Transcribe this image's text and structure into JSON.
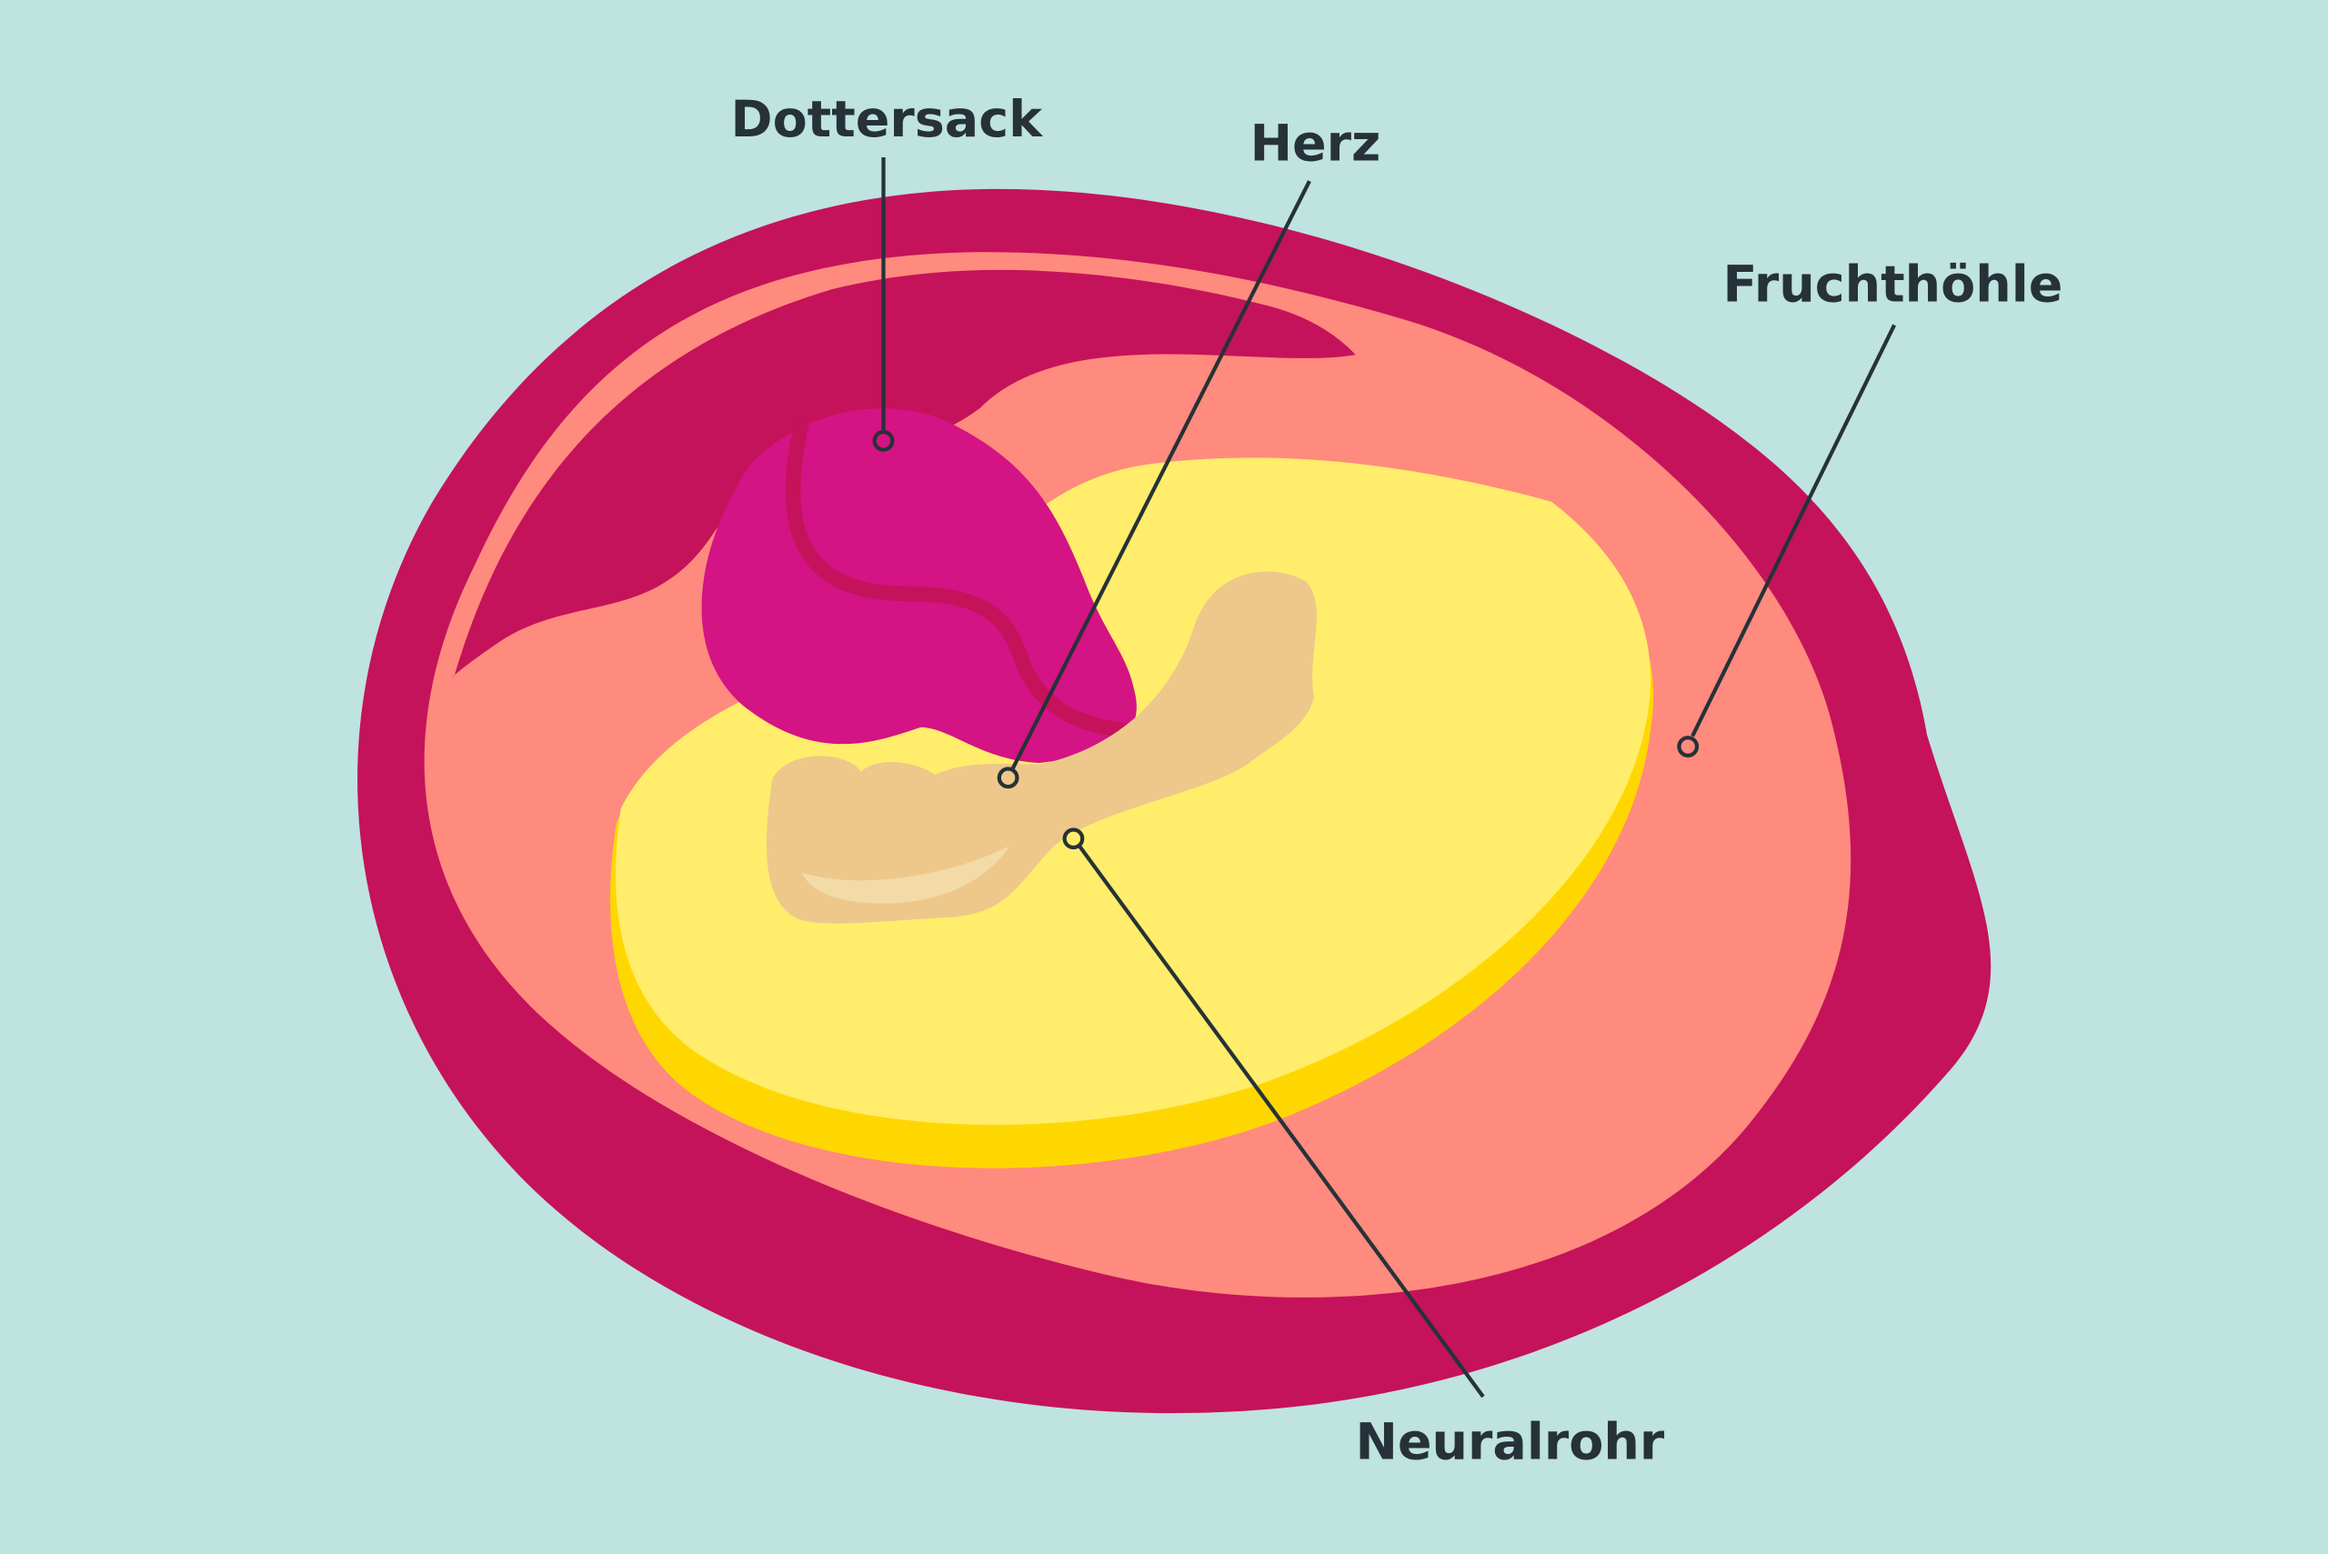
{
  "title": "Embryo in der Fruchthöhle",
  "labels": {
    "yolk_sac": "Dottersack",
    "heart": "Herz",
    "amniotic_cavity": "Fruchthöhle",
    "neural_tube": "Neuralrohr"
  },
  "colors": {
    "background": "#bfe3df",
    "outer_wall": "#c4135a",
    "cavity": "#ff8a7e",
    "yolk_sac": "#d41384",
    "disc": "#ffed6b",
    "disc_edge": "#ffd700",
    "embryo": "#edc88a",
    "label": "#263238"
  }
}
